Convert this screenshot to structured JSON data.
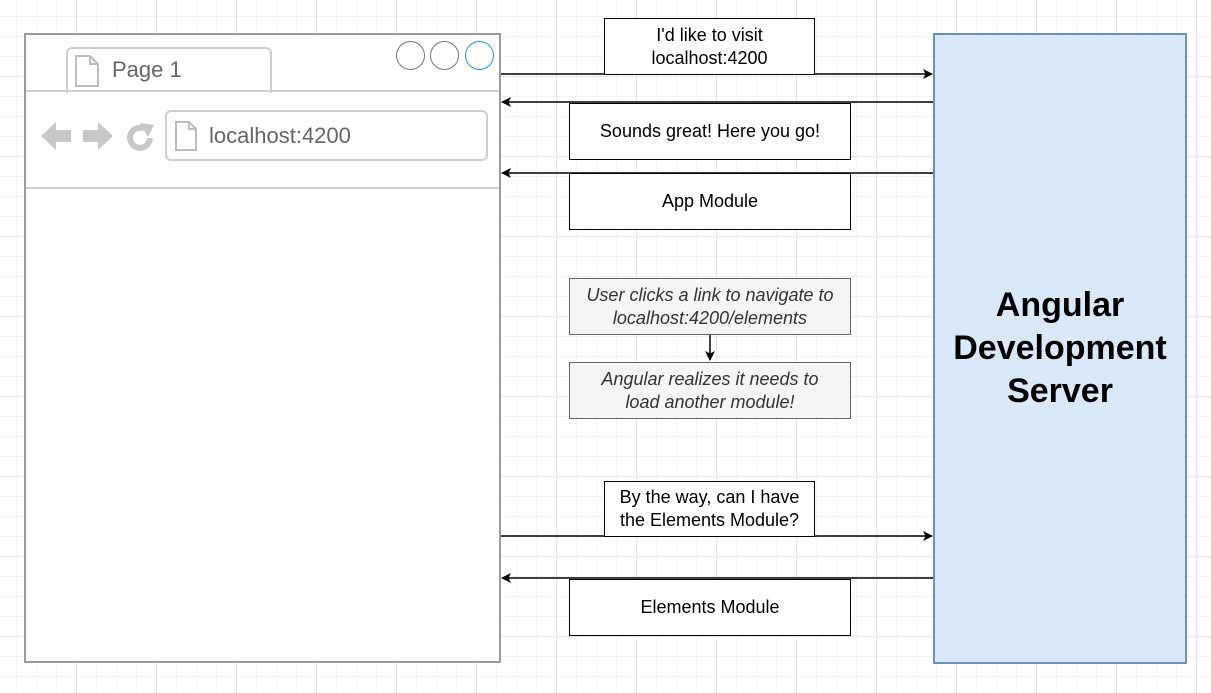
{
  "browser": {
    "tab_title": "Page 1",
    "url": "localhost:4200",
    "icons": [
      "page-icon",
      "back-arrow-icon",
      "forward-arrow-icon",
      "refresh-icon",
      "window-buttons"
    ]
  },
  "server": {
    "label": "Angular\nDevelopment\nServer"
  },
  "messages": {
    "request_visit": "I'd like to visit\nlocalhost:4200",
    "response_sounds_great": "Sounds great! Here you go!",
    "response_app_module": "App Module",
    "request_elements": "By the way, can I have\nthe Elements Module?",
    "response_elements_module": "Elements Module"
  },
  "notes": {
    "user_clicks": "User clicks a link to navigate to\nlocalhost:4200/elements",
    "angular_realizes": "Angular realizes it needs to\nload another module!"
  },
  "colors": {
    "server_fill": "#dae8fc",
    "server_border": "#6c8ebf",
    "note_fill": "#f5f5f5",
    "browser_border": "#9a9a9a",
    "active_window_button": "#1e90ff"
  }
}
